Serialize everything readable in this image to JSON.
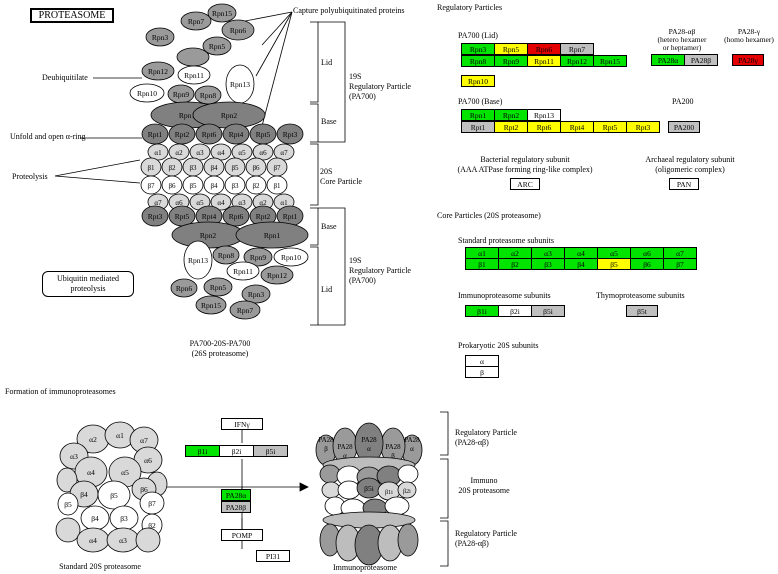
{
  "title": "PROTEASOME",
  "diagram": {
    "capture_label": "Capture polyubiquitinated proteins",
    "deubiquitilate_label": "Deubiquitilate",
    "unfold_label": "Unfold and open α-ring",
    "proteolysis_label": "Proteolysis",
    "lid_label": "Lid",
    "base_label": "Base",
    "rp19s_label": [
      "19S",
      "Regulatory Particle",
      "(PA700)"
    ],
    "core20s_label": [
      "20S",
      "Core Particle"
    ],
    "ubiquitin_box": [
      "Ubiquitin mediated",
      "proteolysis"
    ],
    "complex_caption": [
      "PA700-20S-PA700",
      "(26S proteasome)"
    ],
    "top_lid": {
      "rpn15": "Rpn15",
      "rpn7": "Rpn7",
      "rpn6": "Rpn6",
      "rpn5": "Rpn5",
      "rpn3": "Rpn3",
      "rpn12": "Rpn12",
      "rpn11": "Rpn11",
      "rpn13": "Rpn13",
      "rpn10": "Rpn10",
      "rpn9": "Rpn9",
      "rpn8": "Rpn8",
      "rpn1": "Rpn1",
      "rpn2": "Rpn2"
    },
    "top_rpt": [
      "Rpt1",
      "Rpt2",
      "Rpt6",
      "Rpt4",
      "Rpt5",
      "Rpt3"
    ],
    "alpha_row": [
      "α1",
      "α2",
      "α3",
      "α4",
      "α5",
      "α6",
      "α7"
    ],
    "beta_row1": [
      "β1",
      "β2",
      "β3",
      "β4",
      "β5",
      "β6",
      "β7"
    ],
    "beta_row2": [
      "β7",
      "β6",
      "β5",
      "β4",
      "β3",
      "β2",
      "β1"
    ],
    "alpha_row2": [
      "α7",
      "α6",
      "α5",
      "α4",
      "α3",
      "α2",
      "α1"
    ],
    "bottom_rpt": [
      "Rpt3",
      "Rpt5",
      "Rpt4",
      "Rpt6",
      "Rpt2",
      "Rpt1"
    ],
    "bottom_lid": {
      "rpn2": "Rpn2",
      "rpn1": "Rpn1",
      "rpn8": "Rpn8",
      "rpn9": "Rpn9",
      "rpn10": "Rpn10",
      "rpn13": "Rpn13",
      "rpn11": "Rpn11",
      "rpn12": "Rpn12",
      "rpn6": "Rpn6",
      "rpn5": "Rpn5",
      "rpn3": "Rpn3",
      "rpn15": "Rpn15",
      "rpn7": "Rpn7"
    }
  },
  "regulatory": {
    "heading": "Regulatory Particles",
    "pa700_lid": "PA700 (Lid)",
    "lid_row1": [
      {
        "label": "Rpn3",
        "color": "g"
      },
      {
        "label": "Rpn5",
        "color": "y"
      },
      {
        "label": "Rpn6",
        "color": "r"
      },
      {
        "label": "Rpn7",
        "color": "gr"
      }
    ],
    "lid_row2": [
      {
        "label": "Rpn8",
        "color": "g"
      },
      {
        "label": "Rpn9",
        "color": "g"
      },
      {
        "label": "Rpn11",
        "color": "y"
      },
      {
        "label": "Rpn12",
        "color": "g"
      },
      {
        "label": "Rpn15",
        "color": "g"
      }
    ],
    "lid_row3": [
      {
        "label": "Rpn10",
        "color": "y"
      }
    ],
    "pa28ab_label": [
      "PA28-αβ",
      "(hetero hexamer",
      "or heptamer)"
    ],
    "pa28ab_boxes": [
      {
        "label": "PA28α",
        "color": "g"
      },
      {
        "label": "PA28β",
        "color": "gr"
      }
    ],
    "pa28g_label": [
      "PA28-γ",
      "(homo hexamer)"
    ],
    "pa28g_box": {
      "label": "PA28γ",
      "color": "r"
    },
    "pa700_base": "PA700 (Base)",
    "base_row1": [
      {
        "label": "Rpn1",
        "color": "g"
      },
      {
        "label": "Rpn2",
        "color": "g"
      },
      {
        "label": "Rpn13",
        "color": "w"
      }
    ],
    "base_row2": [
      {
        "label": "Rpt1",
        "color": "gr"
      },
      {
        "label": "Rpt2",
        "color": "y"
      },
      {
        "label": "Rpt6",
        "color": "y"
      },
      {
        "label": "Rpt4",
        "color": "y"
      },
      {
        "label": "Rpt5",
        "color": "y"
      },
      {
        "label": "Rpt3",
        "color": "y"
      }
    ],
    "pa200_label": "PA200",
    "pa200_box": {
      "label": "PA200",
      "color": "gr"
    },
    "bacterial_label": [
      "Bacterial regulatory subunit",
      "(AAA ATPase forming ring-like complex)"
    ],
    "arc_box": "ARC",
    "archaeal_label": [
      "Archaeal regulatory subunit",
      "(oligomeric complex)"
    ],
    "pan_box": "PAN"
  },
  "core": {
    "heading": "Core Particles (20S proteasome)",
    "standard_label": "Standard proteasome subunits",
    "alpha_boxes": [
      {
        "label": "α1",
        "color": "g"
      },
      {
        "label": "α2",
        "color": "g"
      },
      {
        "label": "α3",
        "color": "g"
      },
      {
        "label": "α4",
        "color": "g"
      },
      {
        "label": "α5",
        "color": "g"
      },
      {
        "label": "α6",
        "color": "g"
      },
      {
        "label": "α7",
        "color": "g"
      }
    ],
    "beta_boxes": [
      {
        "label": "β1",
        "color": "g"
      },
      {
        "label": "β2",
        "color": "g"
      },
      {
        "label": "β3",
        "color": "g"
      },
      {
        "label": "β4",
        "color": "g"
      },
      {
        "label": "β5",
        "color": "y"
      },
      {
        "label": "β6",
        "color": "g"
      },
      {
        "label": "β7",
        "color": "g"
      }
    ],
    "immuno_label": "Immunoproteasome subunits",
    "immuno_boxes": [
      {
        "label": "β1i",
        "color": "g"
      },
      {
        "label": "β2i",
        "color": "w"
      },
      {
        "label": "β5i",
        "color": "gr"
      }
    ],
    "thymo_label": "Thymoproteasome subunits",
    "thymo_box": {
      "label": "β5t",
      "color": "gr"
    },
    "prokaryotic_label": "Prokaryotic 20S subunits",
    "prokaryotic_boxes": [
      "α",
      "β"
    ]
  },
  "formation": {
    "heading": "Formation of immunoproteasomes",
    "ifn_box": "IFNγ",
    "immuno_boxes": [
      {
        "label": "β1i",
        "color": "g"
      },
      {
        "label": "β2i",
        "color": "w"
      },
      {
        "label": "β5i",
        "color": "gr"
      }
    ],
    "pa28_boxes": [
      {
        "label": "PA28α",
        "color": "g"
      },
      {
        "label": "PA28β",
        "color": "gr"
      }
    ],
    "pomp_box": "POMP",
    "pi31_box": "PI31",
    "standard_caption": "Standard 20S proteasome",
    "immuno_caption": "Immunoproteasome",
    "std_labels": {
      "a2": "α2",
      "a1": "α1",
      "a7": "α7",
      "a3": "α3",
      "a6": "α6",
      "a4": "α4",
      "a5": "α5",
      "b4": "β4",
      "b5": "β5",
      "b6": "β6",
      "b3": "β3",
      "b7": "β7",
      "b5b": "β5",
      "b2": "β2",
      "b4b": "β4",
      "a4b": "α4",
      "a3b": "α3"
    },
    "imm_labels": {
      "pa28a1": "PA28",
      "pa28a1b": "β",
      "pa28b1": "PA28",
      "pa28b1b": "α",
      "pa28c": "PA28",
      "pa28cb": "α",
      "pa28d": "PA28",
      "pa28db": "β",
      "pa28e": "PA28",
      "pa28eb": "α",
      "b5i": "β5i",
      "b1i": "β1i",
      "b2i": "β2i"
    },
    "rp_top_label": [
      "Regulatory Particle",
      "(PA28-αβ)"
    ],
    "immuno20s_label": [
      "Immuno",
      "20S proteasome"
    ],
    "rp_bottom_label": [
      "Regulatory Particle",
      "(PA28-αβ)"
    ]
  }
}
